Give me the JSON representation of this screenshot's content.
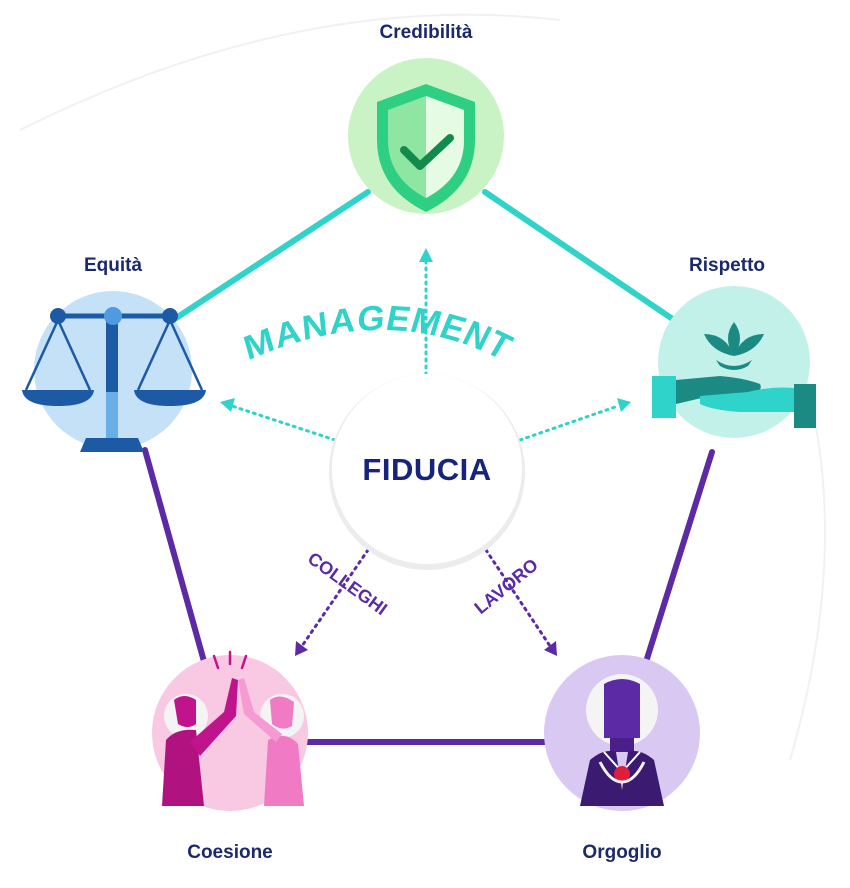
{
  "diagram": {
    "center": {
      "label": "FIDUCIA"
    },
    "arrows": {
      "management": "MANAGEMENT",
      "colleghi": "COLLEGHI",
      "lavoro": "LAVORO"
    },
    "nodes": {
      "credibilita": "Credibilità",
      "rispetto": "Rispetto",
      "equita": "Equità",
      "coesione": "Coesione",
      "orgoglio": "Orgoglio"
    },
    "colors": {
      "teal": "#2fd3c9",
      "purple": "#5c2aa5",
      "navy": "#16247a",
      "green_circle": "#c9f3c5",
      "blue_circle": "#c4e1f8",
      "mint_circle": "#c2f1ea",
      "pink_circle": "#f9c8e2",
      "lavender_circle": "#d9c8f1"
    },
    "icons": {
      "credibilita": "shield-check-icon",
      "rispetto": "hands-lotus-icon",
      "equita": "scales-icon",
      "coesione": "high-five-icon",
      "orgoglio": "medal-person-icon"
    }
  }
}
